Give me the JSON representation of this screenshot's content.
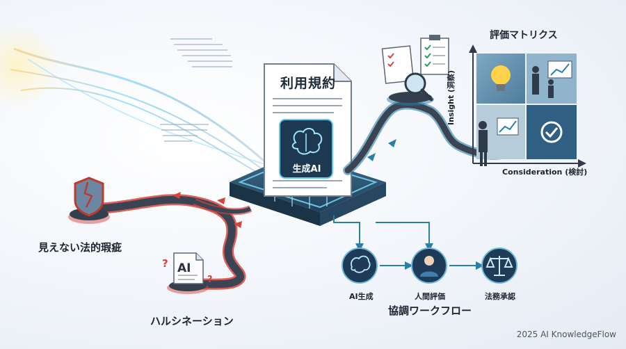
{
  "document": {
    "title": "利用規約",
    "brain_label": "生成AI"
  },
  "matrix": {
    "title": "評価マトリクス",
    "y_axis": "Insight (洞察)",
    "x_axis": "Consideration (検討)"
  },
  "risks": {
    "legal": "見えない法的瑕疵",
    "hallucination": "ハルシネーション",
    "ai_badge": "AI"
  },
  "workflow": {
    "title": "協調ワークフロー",
    "steps": [
      "AI生成",
      "人間評価",
      "法務承認"
    ]
  },
  "footer": "2025 AI KnowledgeFlow",
  "colors": {
    "accent": "#2a7fa8",
    "risk": "#d9433b",
    "dark": "#22384f"
  }
}
